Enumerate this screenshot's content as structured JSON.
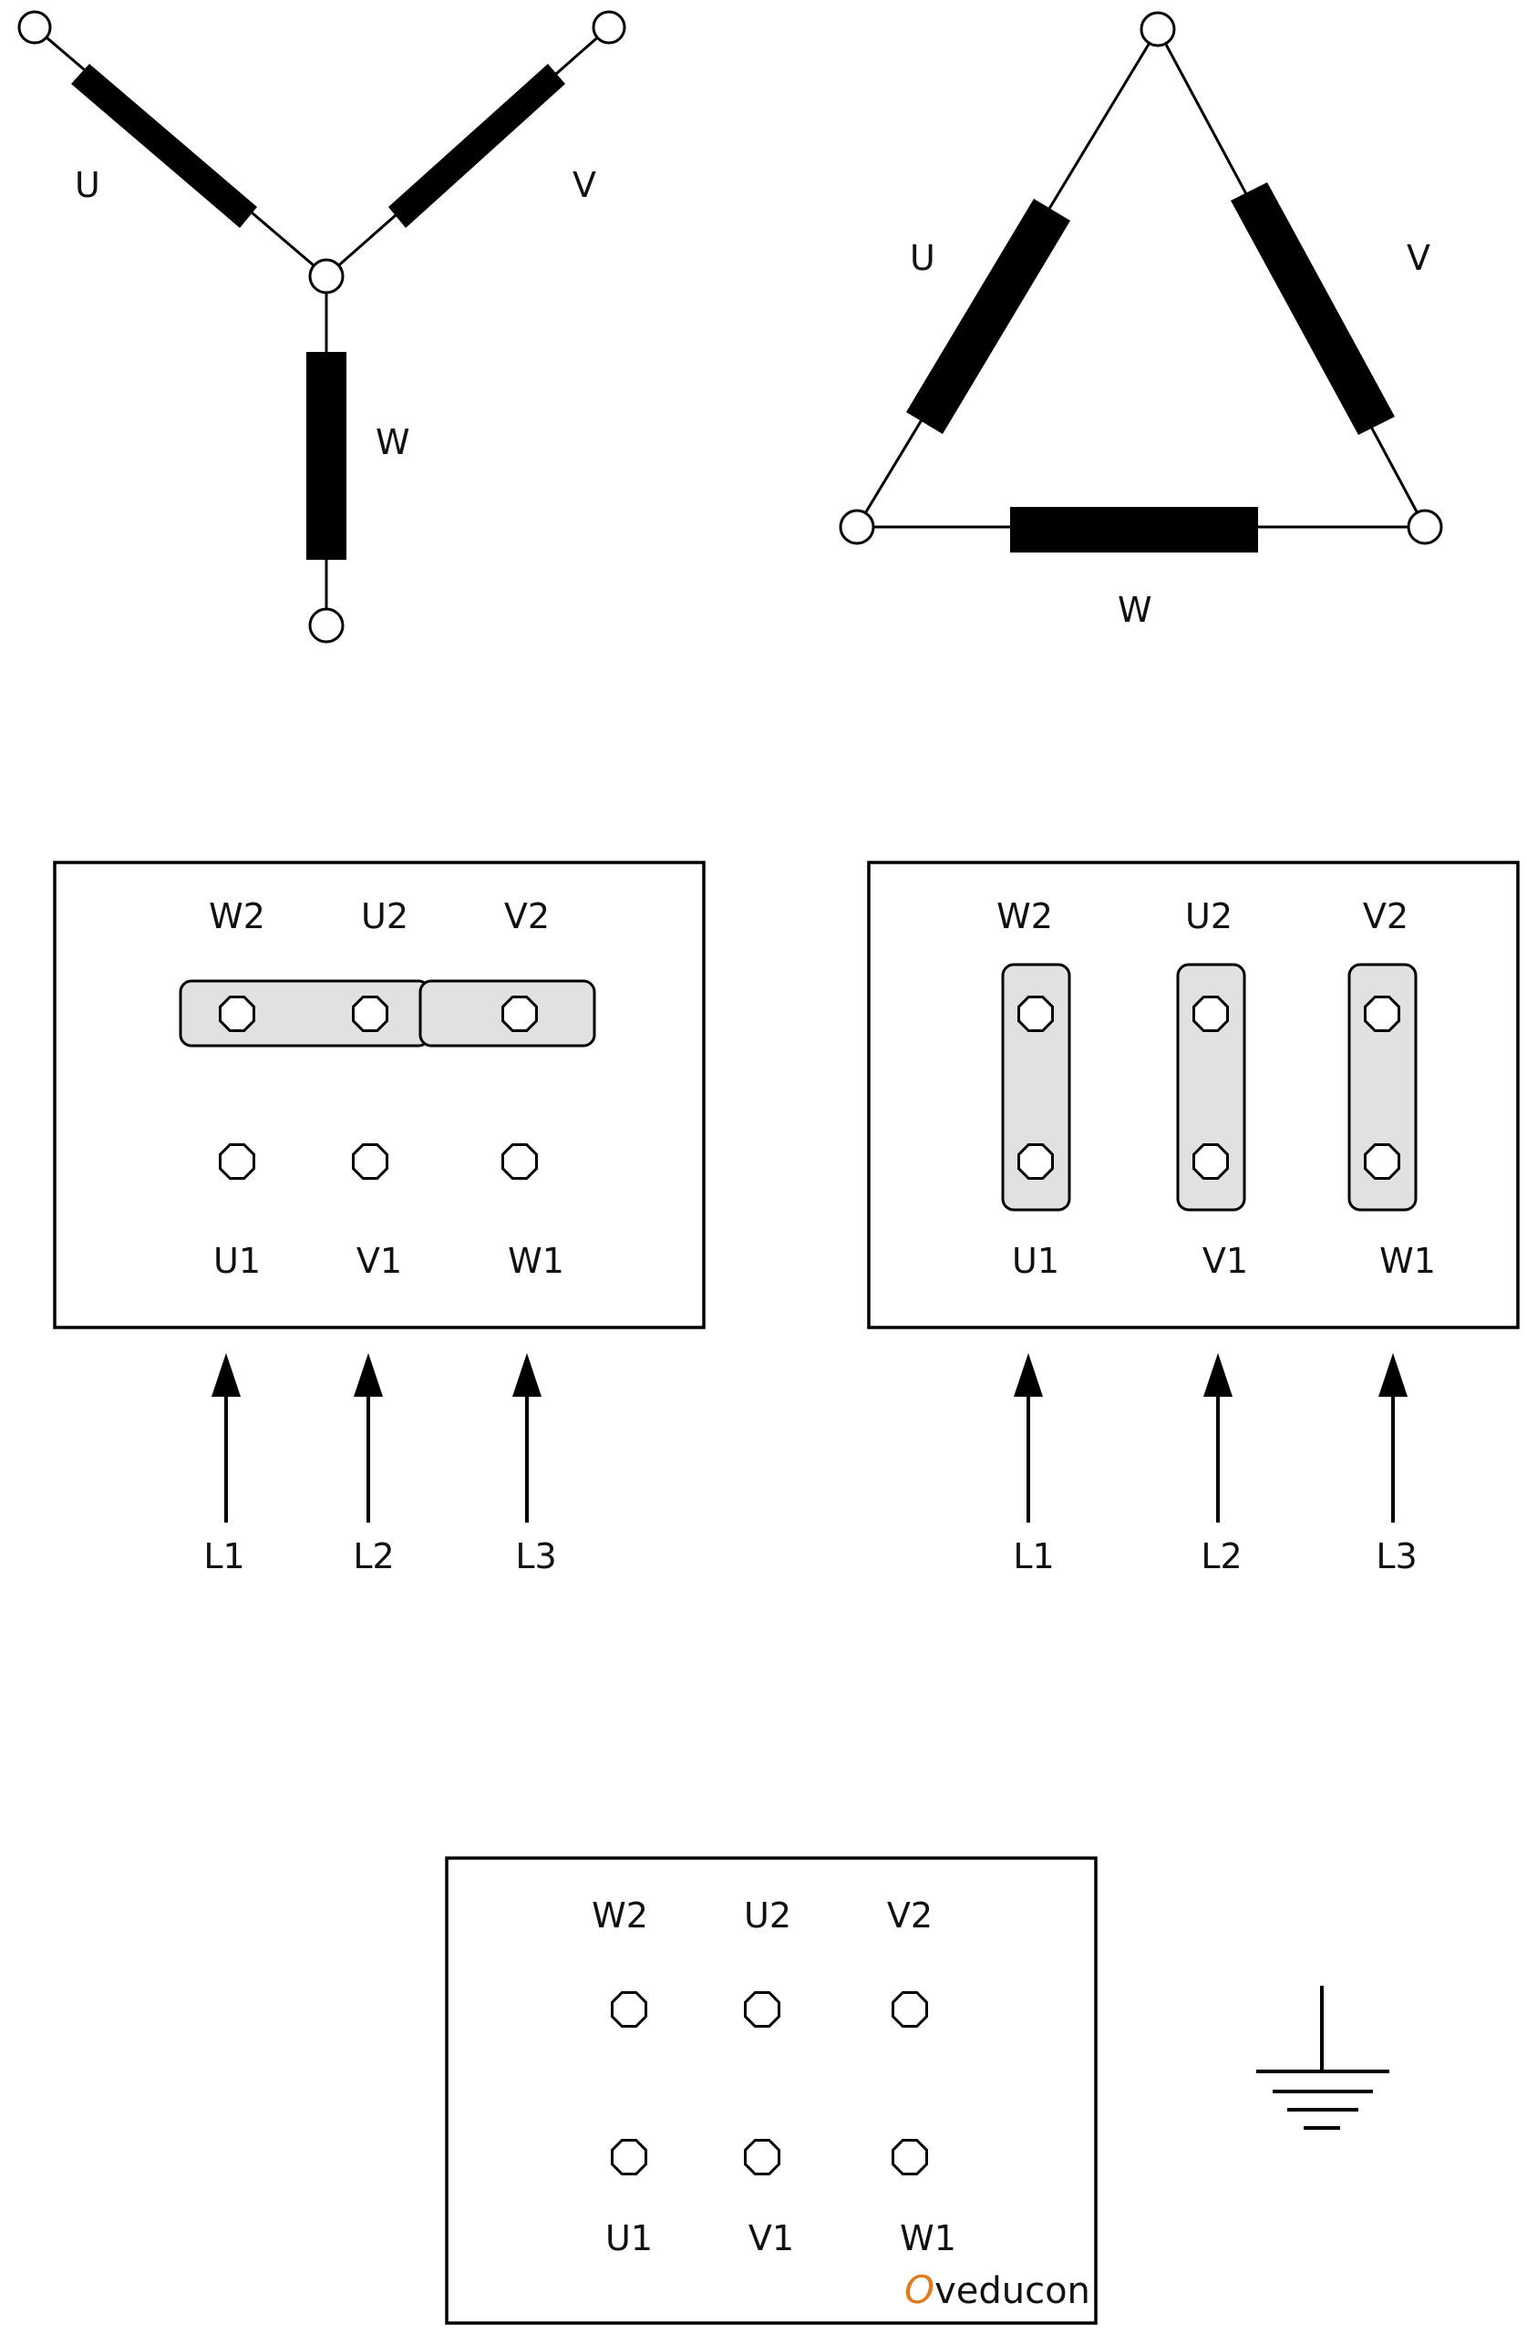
{
  "star": {
    "coil_u": "U",
    "coil_v": "V",
    "coil_w": "W"
  },
  "delta": {
    "coil_u": "U",
    "coil_v": "V",
    "coil_w": "W"
  },
  "terminal_box_star": {
    "top": [
      "W2",
      "U2",
      "V2"
    ],
    "bottom": [
      "U1",
      "V1",
      "W1"
    ],
    "lines": [
      "L1",
      "L2",
      "L3"
    ]
  },
  "terminal_box_delta": {
    "top": [
      "W2",
      "U2",
      "V2"
    ],
    "bottom": [
      "U1",
      "V1",
      "W1"
    ],
    "lines": [
      "L1",
      "L2",
      "L3"
    ]
  },
  "terminal_box_blank": {
    "top": [
      "W2",
      "U2",
      "V2"
    ],
    "bottom": [
      "U1",
      "V1",
      "W1"
    ]
  },
  "ground_symbol": "earth-ground-icon",
  "logo": {
    "first_letter": "O",
    "rest": "veducon",
    "accent_color": "#e07b1f"
  }
}
